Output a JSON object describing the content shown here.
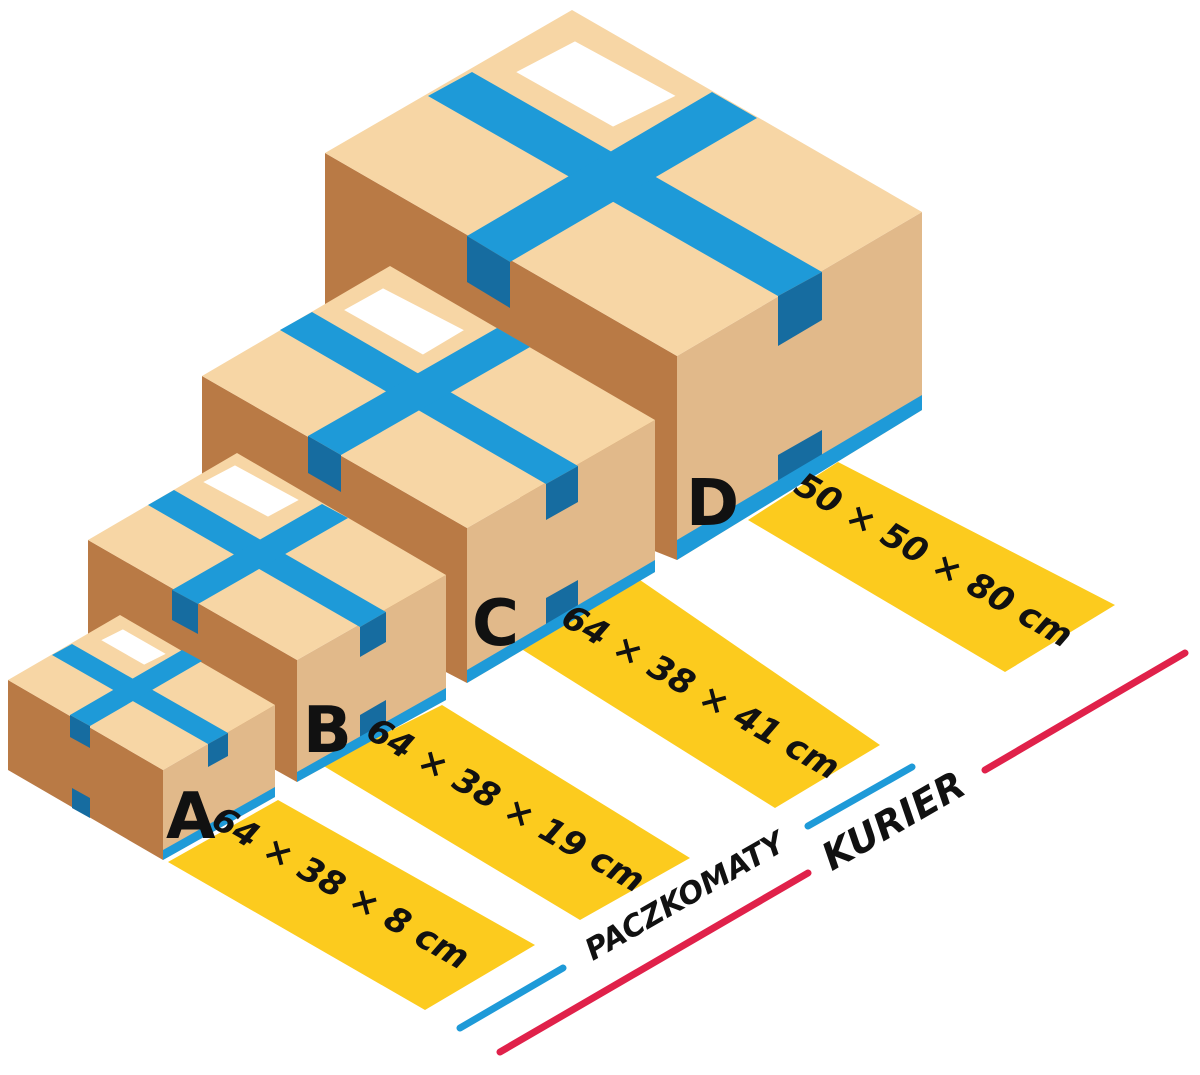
{
  "colors": {
    "box_top": "#f7d6a5",
    "box_left": "#b97a45",
    "box_right": "#e1b98a",
    "tape": "#1e9ad8",
    "tape_dark": "#166ca0",
    "label_strip": "#fccb1e",
    "line_paczkomaty": "#1e9ad8",
    "line_kurier": "#e0214a",
    "text": "#111111"
  },
  "boxes": [
    {
      "letter": "A",
      "dimensions": "64 × 38 × 8 cm"
    },
    {
      "letter": "B",
      "dimensions": "64 × 38 × 19 cm"
    },
    {
      "letter": "C",
      "dimensions": "64 × 38 × 41 cm"
    },
    {
      "letter": "D",
      "dimensions": "50 × 50 × 80 cm"
    }
  ],
  "legend": {
    "paczkomaty": "PACZKOMATY",
    "kurier": "KURIER"
  }
}
